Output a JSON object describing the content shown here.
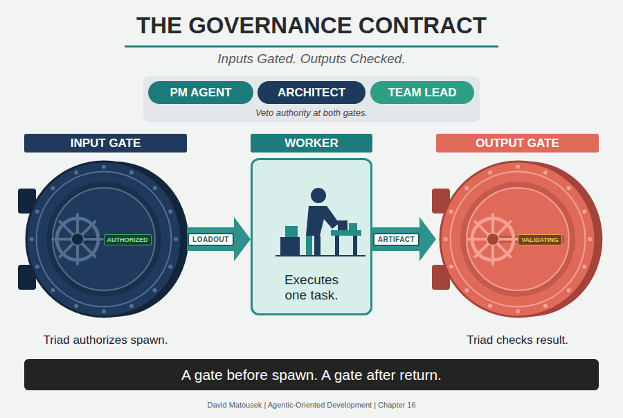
{
  "diagram": {
    "title": "THE GOVERNANCE CONTRACT",
    "nodes": [
      {
        "text": [
          "Veto authority at both gates."
        ]
      },
      {
        "text": [
          "PM AGENT"
        ],
        "in": 0
      },
      {
        "text": [
          "ARCHITECT"
        ],
        "in": 0
      },
      {
        "text": [
          "TEAM LEAD"
        ],
        "in": 0
      },
      {
        "text": [
          "INPUT GATE",
          "Triad authorizes spawn."
        ]
      },
      {
        "text": [
          "AUTHORIZED"
        ],
        "in": 4
      },
      {
        "text": [
          "WORKER",
          "Executes one task."
        ]
      },
      {
        "text": [
          "OUTPUT GATE",
          "Triad checks result."
        ]
      },
      {
        "text": [
          "VALIDATING"
        ],
        "in": 7
      },
      {
        "text": [
          "A gate before spawn. A gate after return."
        ]
      }
    ],
    "edges": [
      {
        "from": 4,
        "to": 6,
        "label": "LOADOUT",
        "arrow": "to"
      },
      {
        "from": 6,
        "to": 7,
        "label": "ARTIFACT",
        "arrow": "to"
      }
    ],
    "labels": [
      "Inputs Gated. Outputs Checked.",
      "David Matousek | Agentic-Oriented Development | Chapter 16"
    ]
  }
}
